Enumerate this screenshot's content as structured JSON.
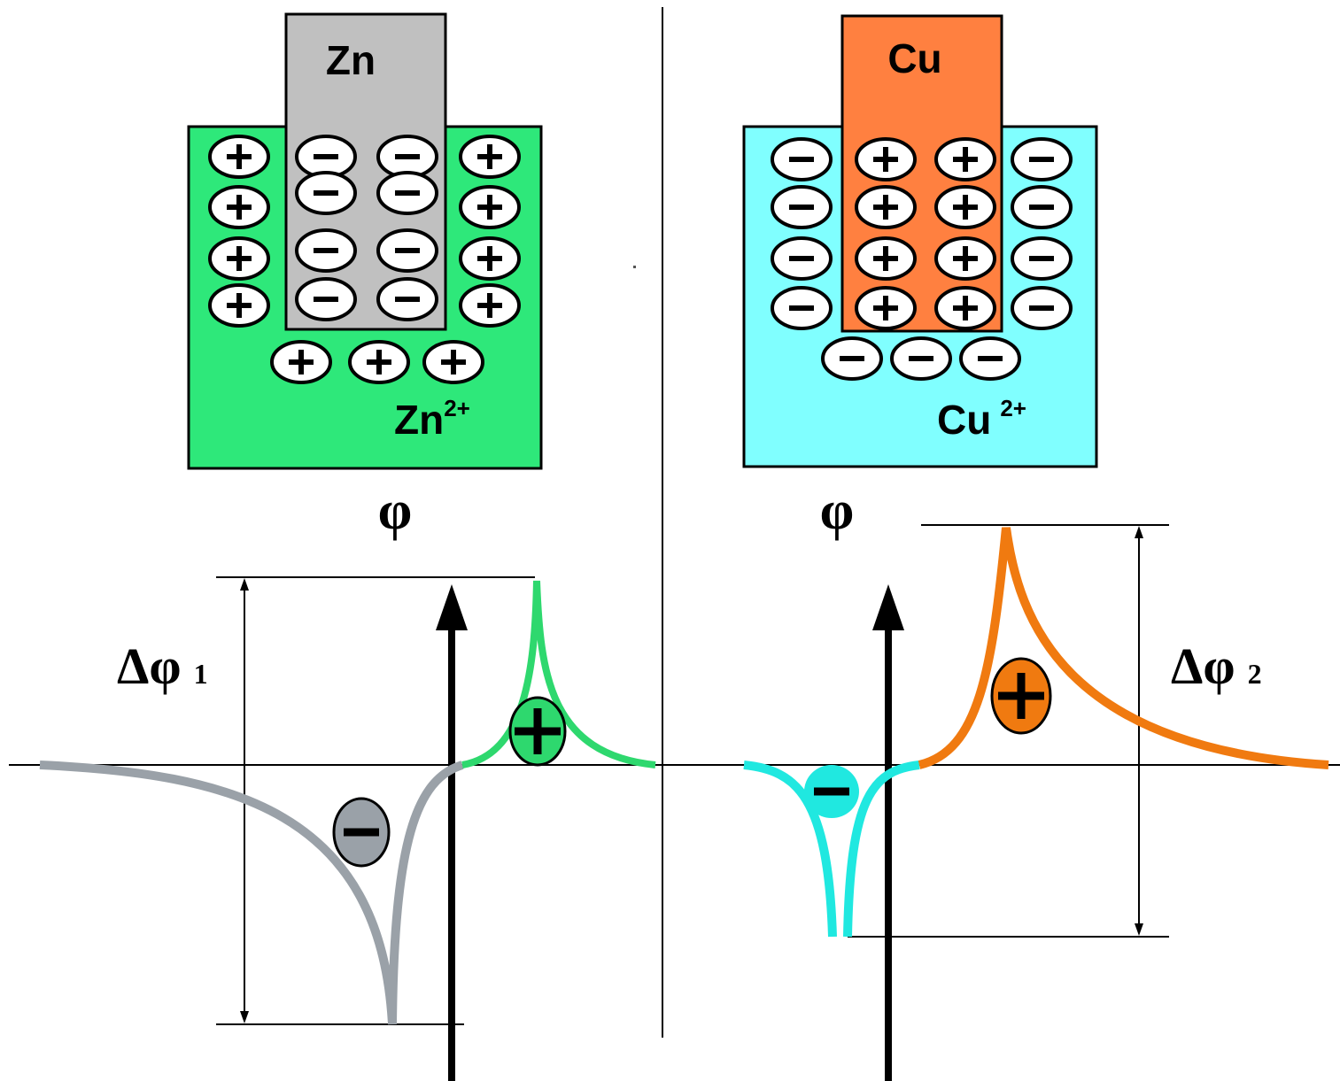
{
  "left_panel": {
    "electrode_label": "Zn",
    "ion_label_base": "Zn",
    "ion_label_sup": "2+",
    "phi_label": "φ",
    "delta_label_main": "Δφ",
    "delta_label_sub": "1",
    "electrode_charge_sign": "−",
    "solution_charge_sign": "+",
    "curve_left_marker": "−",
    "curve_right_marker": "+",
    "colors": {
      "electrode": "#c0c0c0",
      "solution": "#2ee87a",
      "curve_electrode": "#9aa1a8",
      "curve_solution": "#2ed86e"
    }
  },
  "right_panel": {
    "electrode_label": "Cu",
    "ion_label_base": "Cu",
    "ion_label_sup": "2+",
    "phi_label": "φ",
    "delta_label_main": "Δφ",
    "delta_label_sub": "2",
    "electrode_charge_sign": "+",
    "solution_charge_sign": "−",
    "curve_left_marker": "−",
    "curve_right_marker": "+",
    "colors": {
      "electrode": "#ff8040",
      "solution": "#80ffff",
      "curve_solution": "#20e8e0",
      "curve_electrode": "#f07a10"
    }
  },
  "icons": {
    "plus": "plus-ion-icon",
    "minus": "minus-ion-icon"
  }
}
